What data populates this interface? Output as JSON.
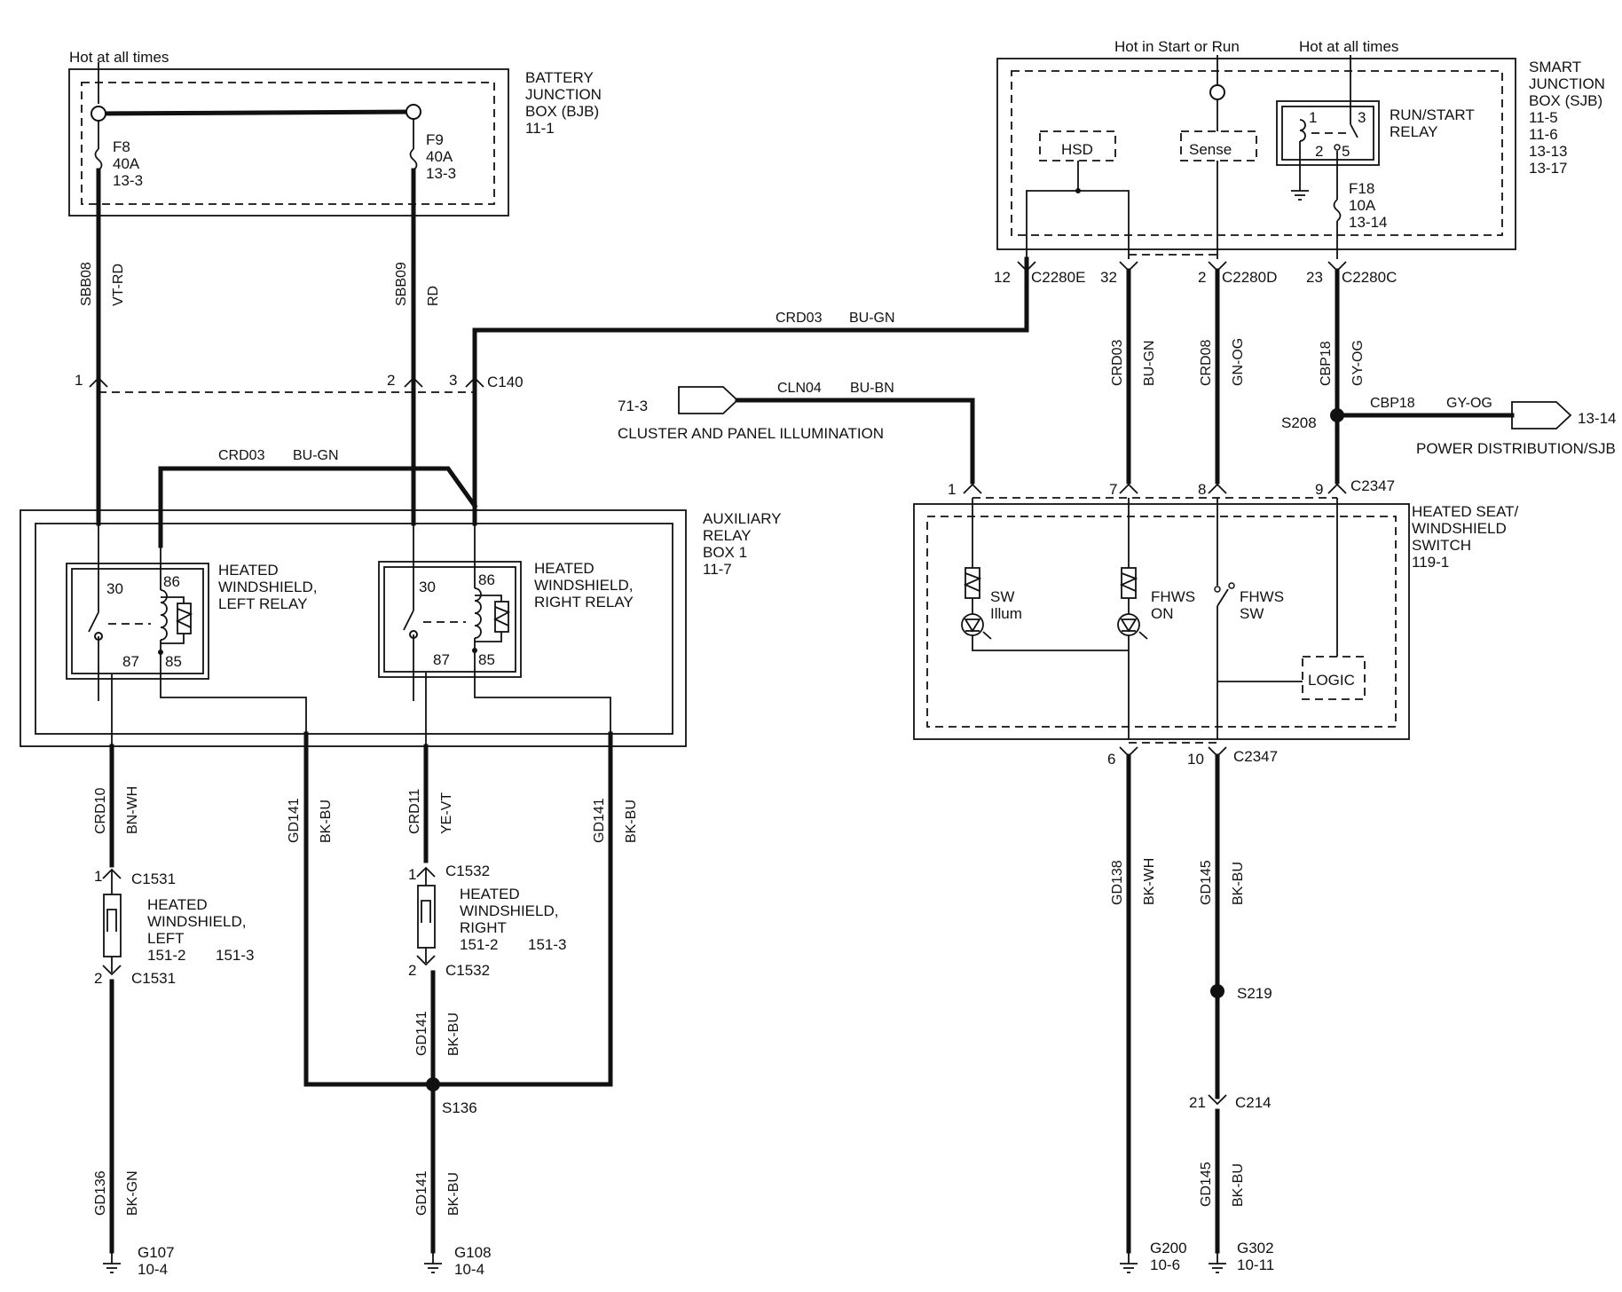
{
  "supply": {
    "hot_at_all_times": "Hot at all times",
    "hot_in_start_or_run": "Hot in Start or Run"
  },
  "bjb": {
    "l1": "BATTERY",
    "l2": "JUNCTION",
    "l3": "BOX (BJB)",
    "ref": "11-1",
    "f8": {
      "name": "F8",
      "rating": "40A",
      "ref": "13-3"
    },
    "f9": {
      "name": "F9",
      "rating": "40A",
      "ref": "13-3"
    }
  },
  "sjb": {
    "l1": "SMART",
    "l2": "JUNCTION",
    "l3": "BOX (SJB)",
    "refs": [
      "11-5",
      "11-6",
      "13-13",
      "13-17"
    ],
    "hsd": "HSD",
    "sense": "Sense",
    "relay": {
      "l1": "RUN/START",
      "l2": "RELAY",
      "p1": "1",
      "p2": "2",
      "p3": "3",
      "p5": "5"
    },
    "f18": {
      "name": "F18",
      "rating": "10A",
      "ref": "13-14"
    }
  },
  "sjb_pins": [
    {
      "pin": "12",
      "conn": "C2280E"
    },
    {
      "pin": "32",
      "conn": ""
    },
    {
      "pin": "2",
      "conn": "C2280D"
    },
    {
      "pin": "23",
      "conn": "C2280C"
    }
  ],
  "wires": {
    "sbb08": {
      "circuit": "SBB08",
      "color": "VT-RD"
    },
    "sbb09": {
      "circuit": "SBB09",
      "color": "RD"
    },
    "crd03_top": {
      "circuit": "CRD03",
      "color": "BU-GN"
    },
    "crd03_mid": {
      "circuit": "CRD03",
      "color": "BU-GN"
    },
    "crd03_v": {
      "circuit": "CRD03",
      "color": "BU-GN"
    },
    "crd08": {
      "circuit": "CRD08",
      "color": "GN-OG"
    },
    "cbp18_v": {
      "circuit": "CBP18",
      "color": "GY-OG"
    },
    "cbp18_h": {
      "circuit": "CBP18",
      "color": "GY-OG"
    },
    "cln04": {
      "circuit": "CLN04",
      "color": "BU-BN"
    },
    "crd10": {
      "circuit": "CRD10",
      "color": "BN-WH"
    },
    "crd11": {
      "circuit": "CRD11",
      "color": "YE-VT"
    },
    "gd141_a": {
      "circuit": "GD141",
      "color": "BK-BU"
    },
    "gd141_b": {
      "circuit": "GD141",
      "color": "BK-BU"
    },
    "gd141_c": {
      "circuit": "GD141",
      "color": "BK-BU"
    },
    "gd141_d": {
      "circuit": "GD141",
      "color": "BK-BU"
    },
    "gd136": {
      "circuit": "GD136",
      "color": "BK-GN"
    },
    "gd138": {
      "circuit": "GD138",
      "color": "BK-WH"
    },
    "gd145_a": {
      "circuit": "GD145",
      "color": "BK-BU"
    },
    "gd145_b": {
      "circuit": "GD145",
      "color": "BK-BU"
    }
  },
  "c140": {
    "conn": "C140",
    "p1": "1",
    "p2": "2",
    "p3": "3"
  },
  "cluster": {
    "ref": "71-3",
    "label": "CLUSTER AND PANEL ILLUMINATION"
  },
  "power_dist": {
    "ref": "13-14",
    "label": "POWER DISTRIBUTION/SJB",
    "splice": "S208"
  },
  "aux_box": {
    "l1": "AUXILIARY",
    "l2": "RELAY",
    "l3": "BOX 1",
    "ref": "11-7"
  },
  "left_relay": {
    "l1": "HEATED",
    "l2": "WINDSHIELD,",
    "l3": "LEFT RELAY",
    "p30": "30",
    "p86": "86",
    "p87": "87",
    "p85": "85"
  },
  "right_relay": {
    "l1": "HEATED",
    "l2": "WINDSHIELD,",
    "l3": "RIGHT RELAY",
    "p30": "30",
    "p86": "86",
    "p87": "87",
    "p85": "85"
  },
  "switch": {
    "l1": "HEATED SEAT/",
    "l2": "WINDSHIELD",
    "l3": "SWITCH",
    "ref": "119-1",
    "conn": "C2347",
    "pins_top": [
      "1",
      "7",
      "8",
      "9"
    ],
    "pins_bottom": [
      "6",
      "10"
    ],
    "sw_illum_1": "SW",
    "sw_illum_2": "Illum",
    "fhws_on_1": "FHWS",
    "fhws_on_2": "ON",
    "fhws_sw_1": "FHWS",
    "fhws_sw_2": "SW",
    "logic": "LOGIC"
  },
  "hw_left": {
    "l1": "HEATED",
    "l2": "WINDSHIELD,",
    "l3": "LEFT",
    "ref1": "151-2",
    "ref2": "151-3",
    "conn": "C1531",
    "pin_top": "1",
    "pin_bot": "2"
  },
  "hw_right": {
    "l1": "HEATED",
    "l2": "WINDSHIELD,",
    "l3": "RIGHT",
    "ref1": "151-2",
    "ref2": "151-3",
    "conn": "C1532",
    "pin_top": "1",
    "pin_bot": "2"
  },
  "splices": {
    "s136": "S136",
    "s219": "S219"
  },
  "c214": {
    "conn": "C214",
    "pin": "21"
  },
  "grounds": {
    "g107": {
      "name": "G107",
      "ref": "10-4"
    },
    "g108": {
      "name": "G108",
      "ref": "10-4"
    },
    "g200": {
      "name": "G200",
      "ref": "10-6"
    },
    "g302": {
      "name": "G302",
      "ref": "10-11"
    }
  }
}
